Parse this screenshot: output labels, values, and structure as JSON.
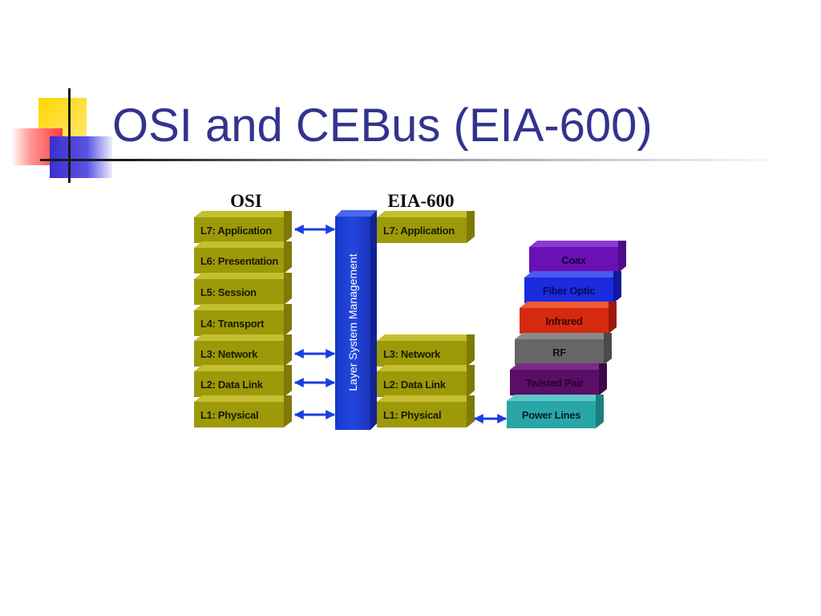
{
  "slide": {
    "title": "OSI and CEBus (EIA-600)"
  },
  "diagram": {
    "osi_heading": "OSI",
    "eia_heading": "EIA-600",
    "osi_layers": [
      "L7: Application",
      "L6: Presentation",
      "L5: Session",
      "L4: Transport",
      "L3: Network",
      "L2: Data Link",
      "L1: Physical"
    ],
    "management_label": "Layer System Management",
    "eia_layers": [
      "L7: Application",
      "L3: Network",
      "L2: Data Link",
      "L1: Physical"
    ],
    "media": [
      "Coax",
      "Fiber Optic",
      "Infrared",
      "RF",
      "Twisted Pair",
      "Power Lines"
    ]
  },
  "colors": {
    "title": "#33338f",
    "layer_box": "#9d9908",
    "management_bar": "#2446e0",
    "arrow": "#1a3ee0",
    "coax": "#6a11b3",
    "fiber_optic": "#1a2be0",
    "infrared": "#d62a10",
    "rf": "#666666",
    "twisted_pair": "#5a0f66",
    "power_lines": "#2aa6a8"
  }
}
